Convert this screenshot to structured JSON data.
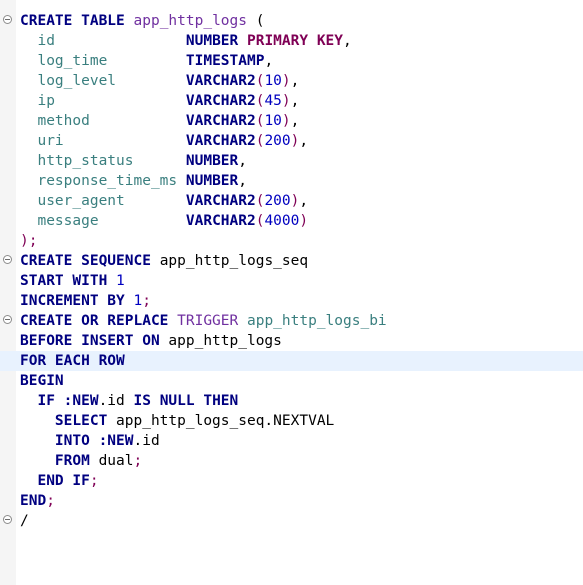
{
  "editor": {
    "lines": [
      {
        "fold": true,
        "current": false,
        "tokens": [
          {
            "c": "kw",
            "t": "CREATE TABLE "
          },
          {
            "c": "id",
            "t": "app_http_logs"
          },
          {
            "c": "pu2",
            "t": " ("
          }
        ]
      },
      {
        "fold": false,
        "current": false,
        "tokens": [
          {
            "c": "col",
            "t": "  id               "
          },
          {
            "c": "kw",
            "t": "NUMBER "
          },
          {
            "c": "kw2",
            "t": "PRIMARY KEY"
          },
          {
            "c": "pu2",
            "t": ","
          }
        ]
      },
      {
        "fold": false,
        "current": false,
        "tokens": [
          {
            "c": "col",
            "t": "  log_time         "
          },
          {
            "c": "kw",
            "t": "TIMESTAMP"
          },
          {
            "c": "pu2",
            "t": ","
          }
        ]
      },
      {
        "fold": false,
        "current": false,
        "tokens": [
          {
            "c": "col",
            "t": "  log_level        "
          },
          {
            "c": "kw",
            "t": "VARCHAR2"
          },
          {
            "c": "pu",
            "t": "("
          },
          {
            "c": "num",
            "t": "10"
          },
          {
            "c": "pu",
            "t": ")"
          },
          {
            "c": "pu2",
            "t": ","
          }
        ]
      },
      {
        "fold": false,
        "current": false,
        "tokens": [
          {
            "c": "col",
            "t": "  ip               "
          },
          {
            "c": "kw",
            "t": "VARCHAR2"
          },
          {
            "c": "pu",
            "t": "("
          },
          {
            "c": "num",
            "t": "45"
          },
          {
            "c": "pu",
            "t": ")"
          },
          {
            "c": "pu2",
            "t": ","
          }
        ]
      },
      {
        "fold": false,
        "current": false,
        "tokens": [
          {
            "c": "col",
            "t": "  method           "
          },
          {
            "c": "kw",
            "t": "VARCHAR2"
          },
          {
            "c": "pu",
            "t": "("
          },
          {
            "c": "num",
            "t": "10"
          },
          {
            "c": "pu",
            "t": ")"
          },
          {
            "c": "pu2",
            "t": ","
          }
        ]
      },
      {
        "fold": false,
        "current": false,
        "tokens": [
          {
            "c": "col",
            "t": "  uri              "
          },
          {
            "c": "kw",
            "t": "VARCHAR2"
          },
          {
            "c": "pu",
            "t": "("
          },
          {
            "c": "num",
            "t": "200"
          },
          {
            "c": "pu",
            "t": ")"
          },
          {
            "c": "pu2",
            "t": ","
          }
        ]
      },
      {
        "fold": false,
        "current": false,
        "tokens": [
          {
            "c": "col",
            "t": "  http_status      "
          },
          {
            "c": "kw",
            "t": "NUMBER"
          },
          {
            "c": "pu2",
            "t": ","
          }
        ]
      },
      {
        "fold": false,
        "current": false,
        "tokens": [
          {
            "c": "col",
            "t": "  response_time_ms "
          },
          {
            "c": "kw",
            "t": "NUMBER"
          },
          {
            "c": "pu2",
            "t": ","
          }
        ]
      },
      {
        "fold": false,
        "current": false,
        "tokens": [
          {
            "c": "col",
            "t": "  user_agent       "
          },
          {
            "c": "kw",
            "t": "VARCHAR2"
          },
          {
            "c": "pu",
            "t": "("
          },
          {
            "c": "num",
            "t": "200"
          },
          {
            "c": "pu",
            "t": ")"
          },
          {
            "c": "pu2",
            "t": ","
          }
        ]
      },
      {
        "fold": false,
        "current": false,
        "tokens": [
          {
            "c": "col",
            "t": "  message          "
          },
          {
            "c": "kw",
            "t": "VARCHAR2"
          },
          {
            "c": "pu",
            "t": "("
          },
          {
            "c": "num",
            "t": "4000"
          },
          {
            "c": "pu",
            "t": ")"
          }
        ]
      },
      {
        "fold": false,
        "current": false,
        "tokens": [
          {
            "c": "pu",
            "t": ");"
          }
        ]
      },
      {
        "fold": true,
        "current": false,
        "tokens": [
          {
            "c": "kw",
            "t": "CREATE SEQUENCE "
          },
          {
            "c": "ident",
            "t": "app_http_logs_seq"
          }
        ]
      },
      {
        "fold": false,
        "current": false,
        "tokens": [
          {
            "c": "kw",
            "t": "START WITH "
          },
          {
            "c": "num",
            "t": "1"
          }
        ]
      },
      {
        "fold": false,
        "current": false,
        "tokens": [
          {
            "c": "kw",
            "t": "INCREMENT BY "
          },
          {
            "c": "num",
            "t": "1"
          },
          {
            "c": "pu",
            "t": ";"
          }
        ]
      },
      {
        "fold": true,
        "current": false,
        "tokens": [
          {
            "c": "kw",
            "t": "CREATE OR REPLACE "
          },
          {
            "c": "trig",
            "t": "TRIGGER "
          },
          {
            "c": "col",
            "t": "app_http_logs_bi"
          }
        ]
      },
      {
        "fold": false,
        "current": false,
        "tokens": [
          {
            "c": "kw",
            "t": "BEFORE INSERT ON "
          },
          {
            "c": "ident",
            "t": "app_http_logs"
          }
        ]
      },
      {
        "fold": false,
        "current": true,
        "tokens": [
          {
            "c": "kw",
            "t": "FOR EACH ROW"
          }
        ]
      },
      {
        "fold": false,
        "current": false,
        "tokens": [
          {
            "c": "kw",
            "t": "BEGIN"
          }
        ]
      },
      {
        "fold": false,
        "current": false,
        "tokens": [
          {
            "c": "kw",
            "t": "  IF "
          },
          {
            "c": "kw",
            "t": ":NEW"
          },
          {
            "c": "ident",
            "t": ".id "
          },
          {
            "c": "kw",
            "t": "IS NULL THEN"
          }
        ]
      },
      {
        "fold": false,
        "current": false,
        "tokens": [
          {
            "c": "kw",
            "t": "    SELECT "
          },
          {
            "c": "ident",
            "t": "app_http_logs_seq.NEXTVAL"
          }
        ]
      },
      {
        "fold": false,
        "current": false,
        "tokens": [
          {
            "c": "kw",
            "t": "    INTO "
          },
          {
            "c": "kw",
            "t": ":NEW"
          },
          {
            "c": "ident",
            "t": ".id"
          }
        ]
      },
      {
        "fold": false,
        "current": false,
        "tokens": [
          {
            "c": "kw",
            "t": "    FROM "
          },
          {
            "c": "ident",
            "t": "dual"
          },
          {
            "c": "pu",
            "t": ";"
          }
        ]
      },
      {
        "fold": false,
        "current": false,
        "tokens": [
          {
            "c": "kw",
            "t": "  END IF"
          },
          {
            "c": "pu",
            "t": ";"
          }
        ]
      },
      {
        "fold": false,
        "current": false,
        "tokens": [
          {
            "c": "kw",
            "t": "END"
          },
          {
            "c": "pu",
            "t": ";"
          }
        ]
      },
      {
        "fold": true,
        "current": false,
        "tokens": [
          {
            "c": "pu2",
            "t": "/"
          }
        ]
      }
    ]
  }
}
